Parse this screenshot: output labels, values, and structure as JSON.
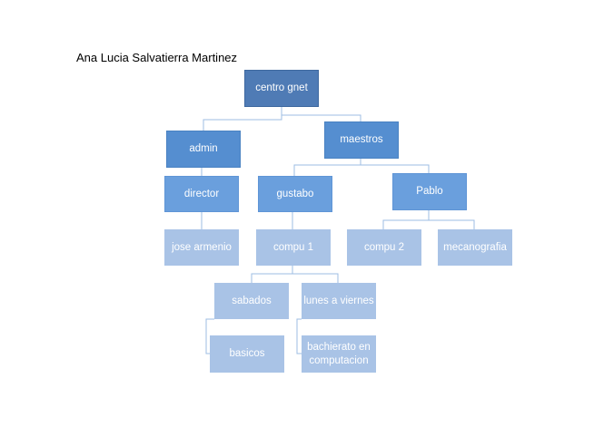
{
  "author": "Ana Lucia Salvatierra Martinez",
  "colors": {
    "root": "#4f7bb5",
    "level1": "#558ed0",
    "level2": "#6a9fdd",
    "level3": "#a9c3e6",
    "connector": "#9dbde3"
  },
  "nodes": {
    "root": "centro gnet",
    "admin": "admin",
    "maestros": "maestros",
    "director": "director",
    "gustabo": "gustabo",
    "pablo": "Pablo",
    "jose": "jose armenio",
    "compu1": "compu 1",
    "compu2": "compu 2",
    "mecanografia": "mecanografia",
    "sabados": "sabados",
    "lunes": "lunes a viernes",
    "basicos": "basicos",
    "bachierato": "bachierato en computacion"
  }
}
